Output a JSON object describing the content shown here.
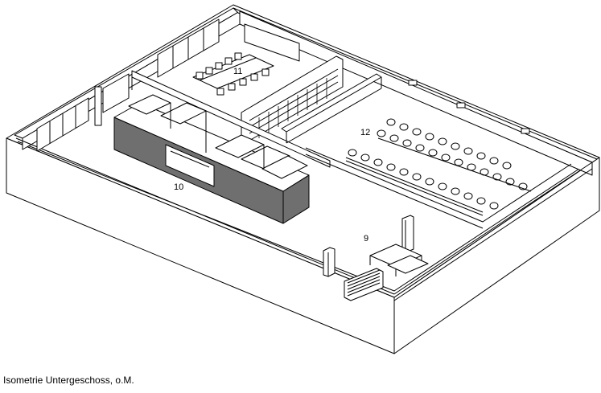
{
  "caption": "Isometrie Untergeschoss, o.M.",
  "room_labels": {
    "r9": "9",
    "r10": "10",
    "r11": "11",
    "r12": "12"
  },
  "colors": {
    "line": "#000000",
    "fill": "#ffffff",
    "dark_block": "#6f6f6f"
  }
}
